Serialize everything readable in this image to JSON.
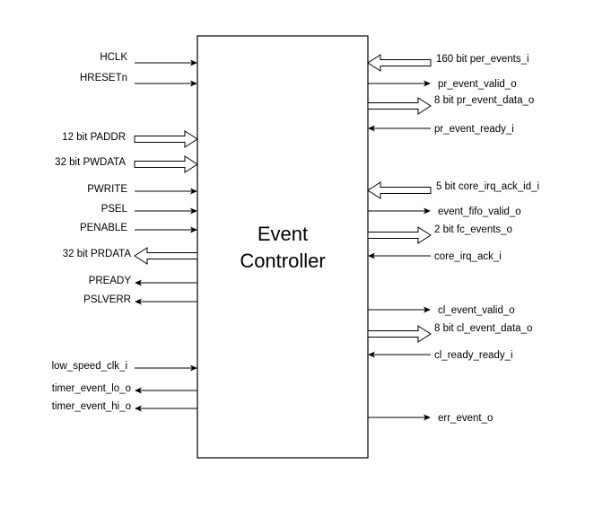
{
  "block": {
    "title_line1": "Event",
    "title_line2": "Controller"
  },
  "left_ports": [
    {
      "label": "HCLK",
      "direction": "in",
      "type": "wire"
    },
    {
      "label": "HRESETn",
      "direction": "in",
      "type": "wire"
    },
    {
      "label": "12 bit PADDR",
      "direction": "in",
      "type": "bus"
    },
    {
      "label": "32 bit PWDATA",
      "direction": "in",
      "type": "bus"
    },
    {
      "label": "PWRITE",
      "direction": "in",
      "type": "wire"
    },
    {
      "label": "PSEL",
      "direction": "in",
      "type": "wire"
    },
    {
      "label": "PENABLE",
      "direction": "in",
      "type": "wire"
    },
    {
      "label": "32 bit PRDATA",
      "direction": "out",
      "type": "bus"
    },
    {
      "label": "PREADY",
      "direction": "out",
      "type": "wire"
    },
    {
      "label": "PSLVERR",
      "direction": "out",
      "type": "wire"
    },
    {
      "label": "low_speed_clk_i",
      "direction": "in",
      "type": "wire"
    },
    {
      "label": "timer_event_lo_o",
      "direction": "out",
      "type": "wire"
    },
    {
      "label": "timer_event_hi_o",
      "direction": "out",
      "type": "wire"
    }
  ],
  "right_ports": [
    {
      "label": "160 bit per_events_i",
      "direction": "in",
      "type": "bus"
    },
    {
      "label": "pr_event_valid_o",
      "direction": "out",
      "type": "wire"
    },
    {
      "label": "8 bit pr_event_data_o",
      "direction": "out",
      "type": "bus"
    },
    {
      "label": "pr_event_ready_i",
      "direction": "in",
      "type": "wire"
    },
    {
      "label": "5 bit core_irq_ack_id_i",
      "direction": "in",
      "type": "bus"
    },
    {
      "label": "event_fifo_valid_o",
      "direction": "out",
      "type": "wire"
    },
    {
      "label": "2 bit fc_events_o",
      "direction": "out",
      "type": "bus"
    },
    {
      "label": "core_irq_ack_i",
      "direction": "in",
      "type": "wire"
    },
    {
      "label": "cl_event_valid_o",
      "direction": "out",
      "type": "wire"
    },
    {
      "label": "8 bit cl_event_data_o",
      "direction": "out",
      "type": "bus"
    },
    {
      "label": "cl_ready_ready_i",
      "direction": "in",
      "type": "wire"
    },
    {
      "label": "err_event_o",
      "direction": "out",
      "type": "wire"
    }
  ]
}
